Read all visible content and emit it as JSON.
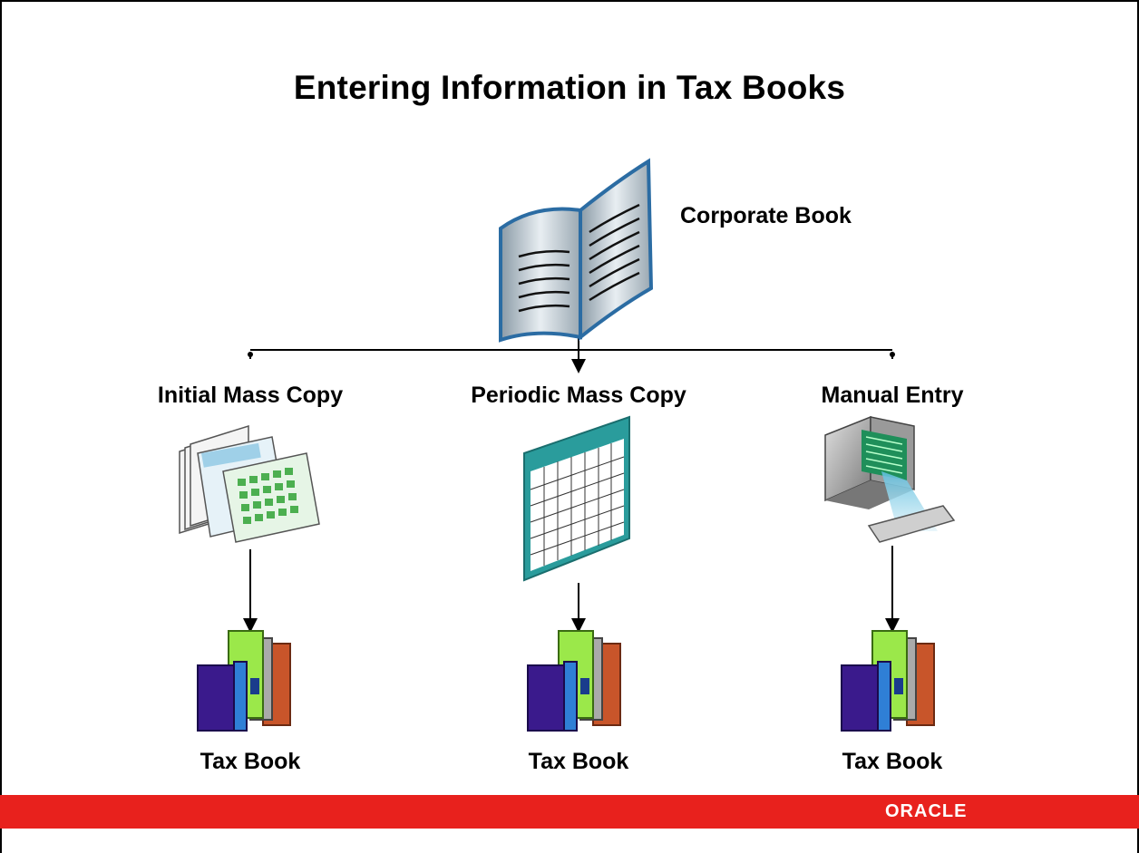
{
  "title": "Entering Information in Tax Books",
  "source": {
    "label": "Corporate Book",
    "icon": "open-book-icon"
  },
  "methods": [
    {
      "label": "Initial Mass Copy",
      "icon": "stacked-spreadsheets-icon",
      "target": "Tax Book"
    },
    {
      "label": "Periodic Mass Copy",
      "icon": "calendar-grid-icon",
      "target": "Tax Book"
    },
    {
      "label": "Manual Entry",
      "icon": "computer-terminal-icon",
      "target": "Tax Book"
    }
  ],
  "target_icon": "book-stack-icon",
  "footer": {
    "logo": "ORACLE",
    "color": "#e8211d"
  }
}
